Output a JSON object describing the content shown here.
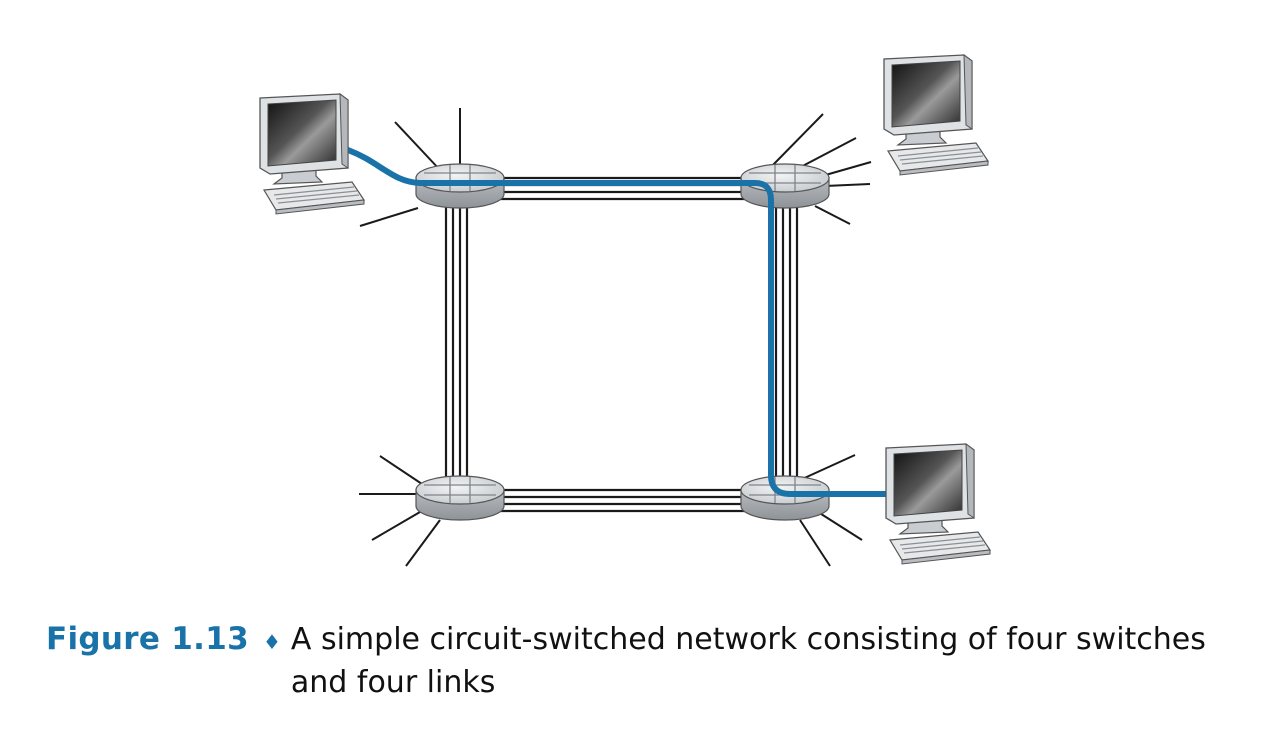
{
  "figure": {
    "label": "Figure 1.13",
    "separator": "♦",
    "caption": "A simple circuit-switched network consisting of four switches and four links"
  },
  "colors": {
    "circuit_path": "#1a73a8",
    "link": "#1a1a1a",
    "switch_body": "#c9cdd1",
    "switch_top": "#e6e8ea",
    "monitor_frame": "#dfe2e4",
    "caption_label": "#1a73a8"
  },
  "nodes": {
    "switches": [
      "switch-top-left",
      "switch-top-right",
      "switch-bottom-left",
      "switch-bottom-right"
    ],
    "hosts": [
      "host-left",
      "host-top-right",
      "host-bottom-right"
    ]
  },
  "links": {
    "count": 4,
    "circuits_per_link": 4
  },
  "icons": [
    "switch-icon",
    "computer-icon"
  ]
}
